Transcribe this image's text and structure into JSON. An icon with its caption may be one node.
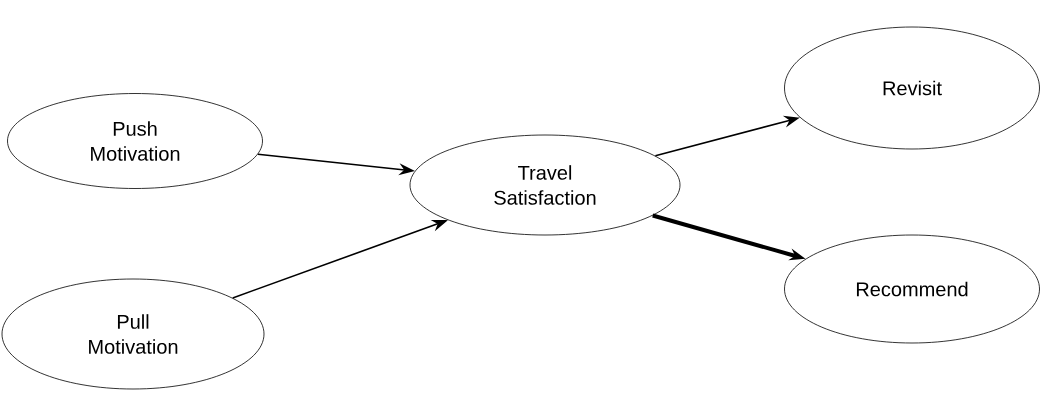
{
  "diagram": {
    "nodes": [
      {
        "text": [
          "Push Motivation"
        ]
      },
      {
        "text": [
          "Pull Motivation"
        ]
      },
      {
        "text": [
          "Travel Satisfaction"
        ]
      },
      {
        "text": [
          "Revisit"
        ]
      },
      {
        "text": [
          "Recommend"
        ]
      }
    ],
    "edges": [
      {
        "from": 0,
        "to": 2,
        "arrow": "to"
      },
      {
        "from": 1,
        "to": 2,
        "arrow": "to"
      },
      {
        "from": 2,
        "to": 3,
        "arrow": "to"
      },
      {
        "from": 2,
        "to": 4,
        "arrow": "to",
        "style": "thick"
      }
    ]
  }
}
